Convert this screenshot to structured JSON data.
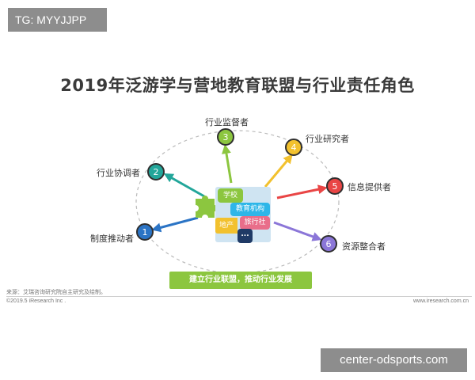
{
  "badge": {
    "text": "TG: MYYJJPP"
  },
  "title": "2019年泛游学与营地教育联盟与行业责任角色",
  "nodes": [
    {
      "number": "1",
      "label": "制度推动者",
      "color": "#2b74c5"
    },
    {
      "number": "2",
      "label": "行业协调者",
      "color": "#22a69a"
    },
    {
      "number": "3",
      "label": "行业监督者",
      "color": "#8cc63f"
    },
    {
      "number": "4",
      "label": "行业研究者",
      "color": "#f2c12e"
    },
    {
      "number": "5",
      "label": "信息提供者",
      "color": "#e94545"
    },
    {
      "number": "6",
      "label": "资源整合者",
      "color": "#8b76d8"
    }
  ],
  "center": {
    "pieces": [
      {
        "label": "学校",
        "color": "#8cc63f"
      },
      {
        "label": "教育机构",
        "color": "#2eb6e8"
      },
      {
        "label": "旅行社",
        "color": "#e96e8a"
      },
      {
        "label": "地产",
        "color": "#f2c12e"
      },
      {
        "label": "...",
        "color": "#1f3a66"
      }
    ]
  },
  "banner": "建立行业联盟，推动行业发展",
  "source": "来源：艾瑞咨询研究院自主研究及绘制。",
  "copyright": "©2019.5 iResearch Inc .",
  "website": "www.iresearch.com.cn",
  "watermark": "center-odsports.com"
}
